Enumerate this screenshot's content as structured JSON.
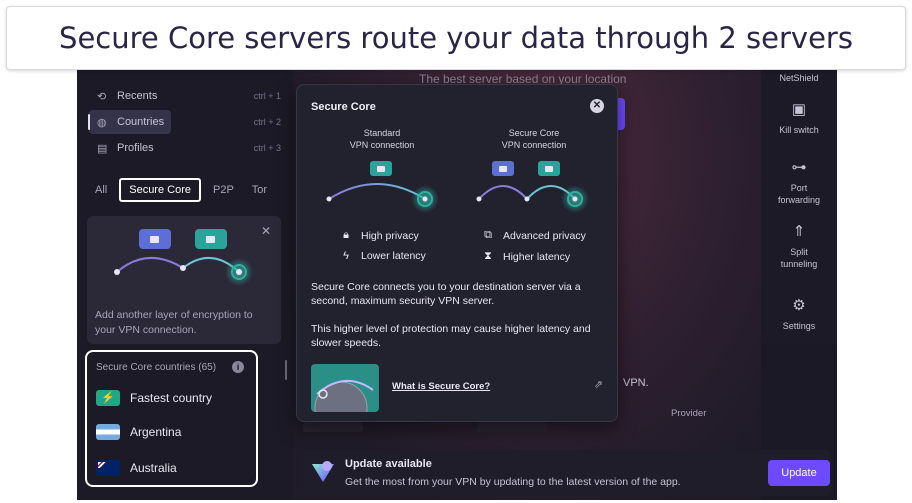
{
  "caption": "Secure Core servers route your data through 2 servers",
  "sidebar": {
    "nav": [
      {
        "label": "Recents",
        "shortcut": "ctrl + 1",
        "icon": "history-icon"
      },
      {
        "label": "Countries",
        "shortcut": "ctrl + 2",
        "icon": "globe-icon"
      },
      {
        "label": "Profiles",
        "shortcut": "ctrl + 3",
        "icon": "profiles-icon"
      }
    ],
    "filters": [
      "All",
      "Secure Core",
      "P2P",
      "Tor"
    ],
    "promo_text": "Add another layer of encryption to your VPN connection.",
    "countries_header": "Secure Core countries (65)",
    "countries": [
      "Fastest country",
      "Argentina",
      "Australia"
    ]
  },
  "map": {
    "best_server": "The best server based on your location",
    "vpn_tail": "VPN.",
    "provider": "Provider"
  },
  "right_panel": {
    "features": [
      "NetShield",
      "Kill switch",
      "Port forwarding",
      "Split tunneling",
      "Settings"
    ]
  },
  "modal": {
    "title": "Secure Core",
    "standard": {
      "line1": "Standard",
      "line2": "VPN connection",
      "privacy": "High privacy",
      "latency": "Lower latency"
    },
    "secure": {
      "line1": "Secure Core",
      "line2": "VPN connection",
      "privacy": "Advanced privacy",
      "latency": "Higher latency"
    },
    "para1": "Secure Core connects you to your destination server via a second, maximum security VPN server.",
    "para2": "This higher level of protection may cause higher latency and slower speeds.",
    "link": "What is Secure Core?"
  },
  "update": {
    "title": "Update available",
    "desc": "Get the most from your VPN by updating to the latest version of the app.",
    "button": "Update"
  },
  "colors": {
    "accent": "#6d4aff",
    "teal": "#1ea885",
    "lock_teal": "#2aa39a",
    "lock_blue": "#5b6fd6"
  }
}
